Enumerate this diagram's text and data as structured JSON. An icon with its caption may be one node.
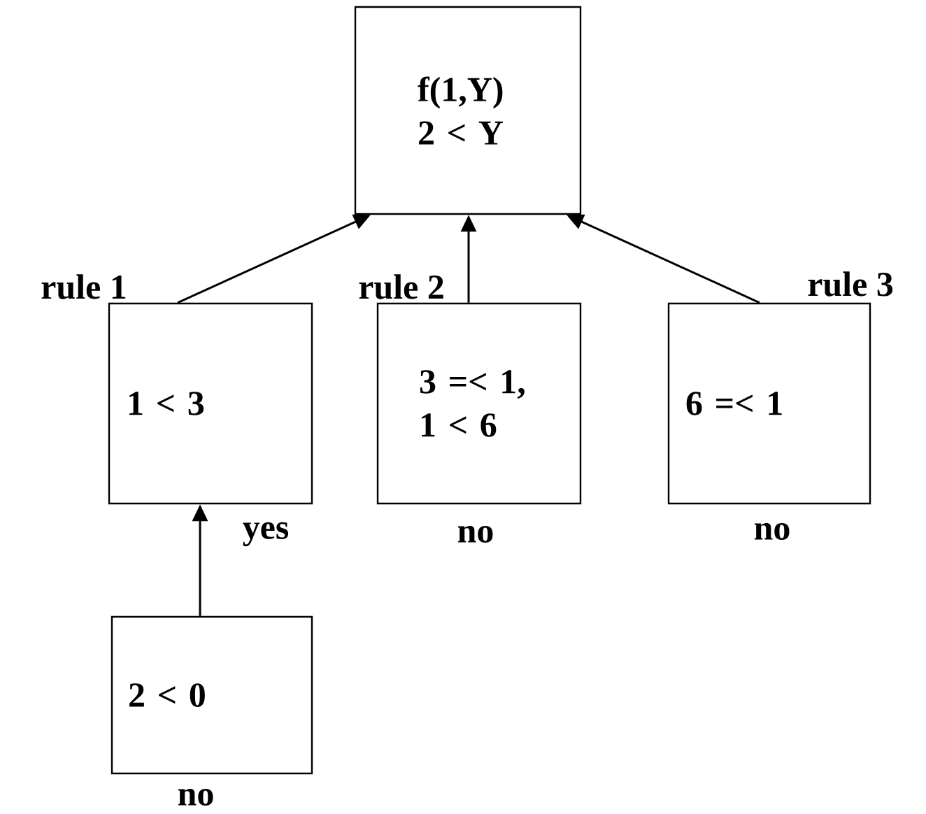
{
  "diagram": {
    "nodes": [
      {
        "text": [
          "f(1,Y) 2 < Y"
        ]
      },
      {
        "text": [
          "1 < 3"
        ],
        "beside": [
          "rule 1"
        ]
      },
      {
        "text": [
          "3 =< 1, 1 < 6"
        ],
        "beside": [
          "rule 2",
          "no"
        ]
      },
      {
        "text": [
          "6 =< 1"
        ],
        "beside": [
          "rule 3",
          "no"
        ]
      },
      {
        "text": [
          "2 < 0"
        ],
        "beside": [
          "no"
        ]
      }
    ],
    "edges": [
      {
        "from": 1,
        "to": 0,
        "arrow": "to"
      },
      {
        "from": 2,
        "to": 0,
        "arrow": "to"
      },
      {
        "from": 3,
        "to": 0,
        "arrow": "to"
      },
      {
        "from": 4,
        "to": 1,
        "arrow": "to",
        "label": "yes"
      }
    ]
  }
}
